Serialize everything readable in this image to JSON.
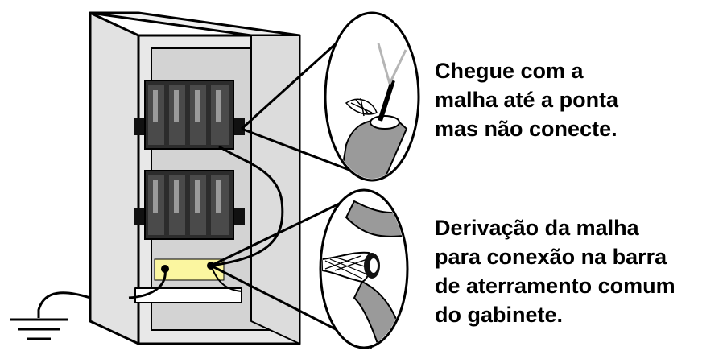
{
  "captions": {
    "top": {
      "lines": [
        "Chegue com a",
        "malha até a ponta",
        "mas não conecte."
      ]
    },
    "bottom": {
      "lines": [
        "Derivação da malha",
        "para conexão na barra",
        "de aterramento comum",
        "do gabinete."
      ]
    }
  },
  "colors": {
    "cabinet_outer": "#e6e6e6",
    "cabinet_inner": "#d2d2d2",
    "module": "#2b2b2b",
    "ground_bar": "#fbf6a0",
    "cable": "#9a9a9a",
    "outline": "#000000"
  },
  "icons": [
    "ground-symbol-icon",
    "shield-braid-icon"
  ]
}
